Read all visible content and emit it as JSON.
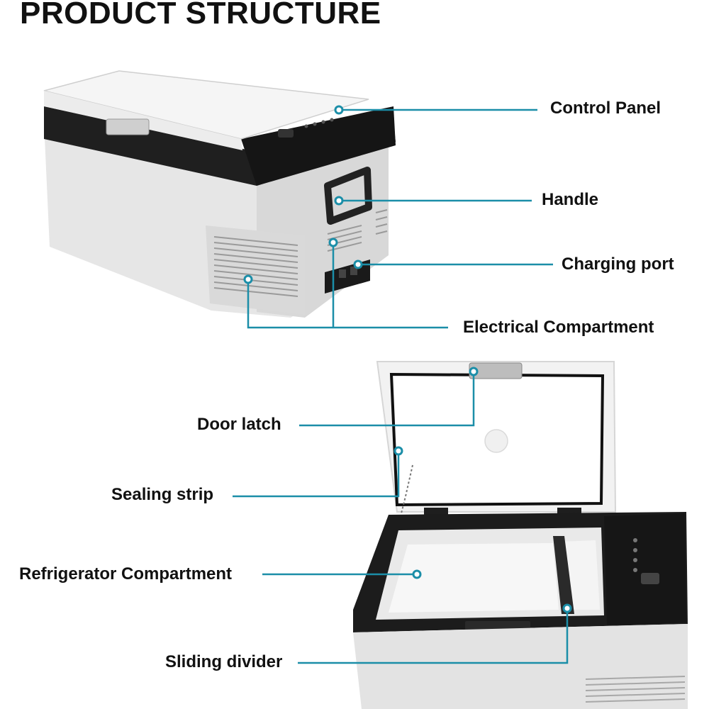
{
  "title": "PRODUCT STRUCTURE",
  "labels": {
    "control_panel": "Control Panel",
    "handle": "Handle",
    "charging_port": "Charging port",
    "electrical_compartment": "Electrical Compartment",
    "door_latch": "Door latch",
    "sealing_strip": "Sealing strip",
    "refrigerator_compartment": "Refrigerator Compartment",
    "sliding_divider": "Sliding divider"
  },
  "colors": {
    "callout_line": "#1b8ea8",
    "body_grey": "#e4e4e4",
    "lid_white": "#f4f4f4",
    "trim_black": "#1c1c1c"
  }
}
